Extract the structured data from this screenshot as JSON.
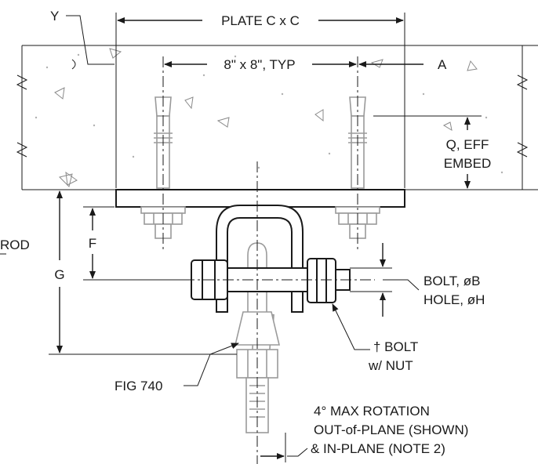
{
  "labels": {
    "y": "Y",
    "plate": "PLATE C x C",
    "bolt_spacing": "8\" x 8\", TYP",
    "a": "A",
    "q_line1": "Q, EFF",
    "q_line2": "EMBED",
    "rod": "ROD",
    "f": "F",
    "g": "G",
    "bolt_line1": "BOLT, øB",
    "bolt_line2": "HOLE, øH",
    "tbolt_line1": "† BOLT",
    "tbolt_line2": "w/ NUT",
    "fig740": "FIG 740",
    "rotation_line1": "4° MAX ROTATION",
    "rotation_line2": "OUT-of-PLANE (SHOWN)",
    "rotation_line3": "& IN-PLANE (NOTE 2)"
  },
  "colors": {
    "line": "#1a1a1a",
    "ghost": "#9a9a9a",
    "aggregate": "#8a8a8a"
  },
  "icons": {
    "concrete_breakline": "zigzag",
    "arrowheads": "filled-triangle"
  }
}
